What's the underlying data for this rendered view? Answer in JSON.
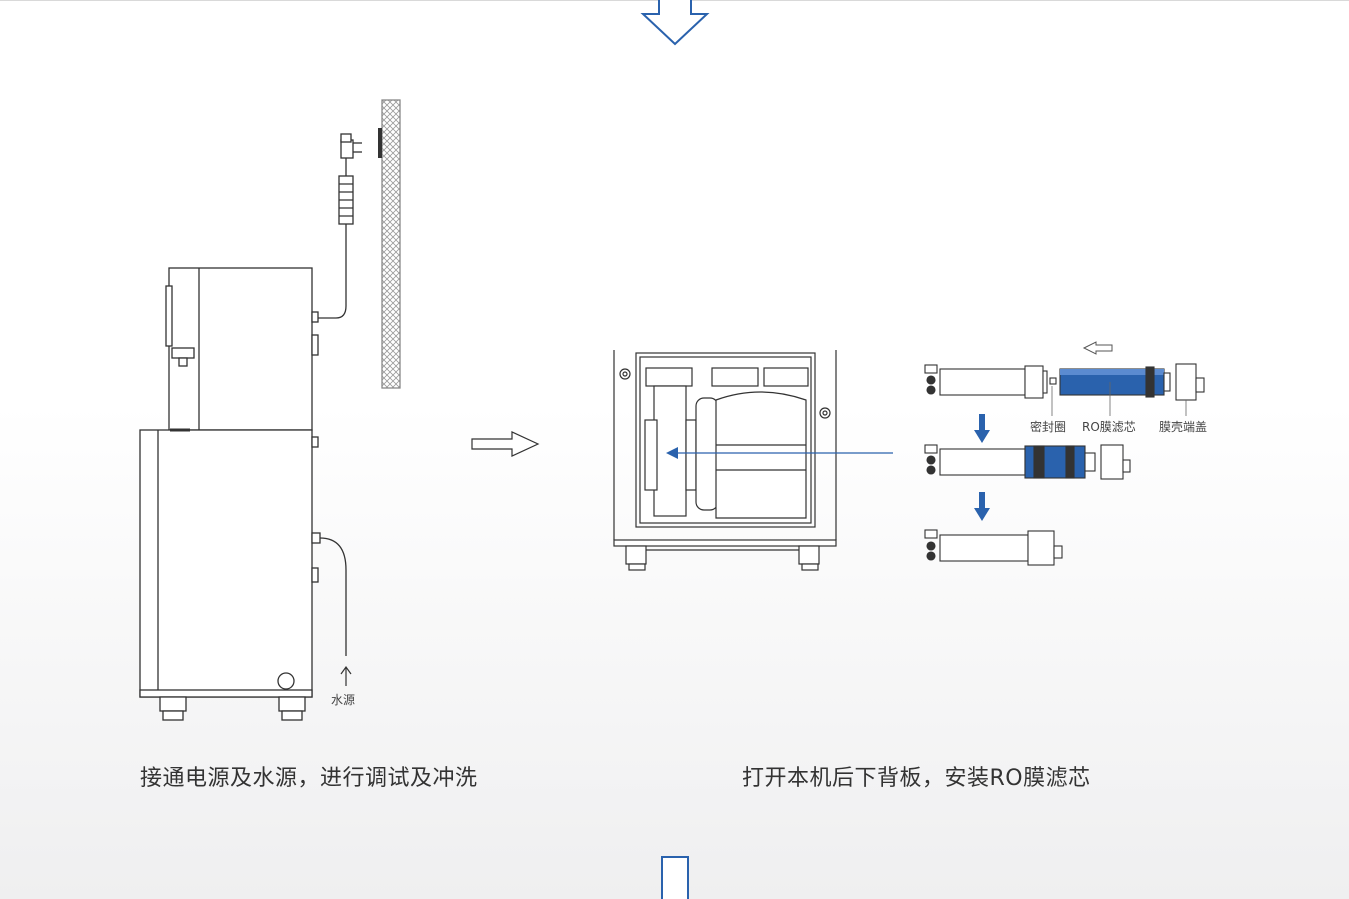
{
  "step_left": {
    "caption": "接通电源及水源，进行调试及冲洗",
    "water_label": "水源"
  },
  "step_right": {
    "caption": "打开本机后下背板，安装RO膜滤芯",
    "part_labels": {
      "seal_ring": "密封圈",
      "ro_filter": "RO膜滤芯",
      "housing_cap": "膜壳端盖"
    }
  },
  "colors": {
    "line": "#333333",
    "accent_blue": "#2a62ad",
    "arrow_blue": "#2a62ad"
  },
  "icons": [
    "arrow-down-outline-icon",
    "arrow-right-outline-icon",
    "arrow-left-outline-icon",
    "arrow-down-solid-icon"
  ]
}
